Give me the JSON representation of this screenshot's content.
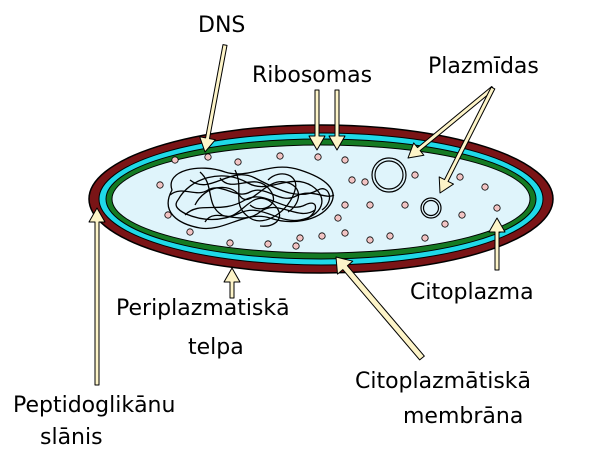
{
  "labels": {
    "dna": "DNS",
    "ribosomes": "Ribosomas",
    "plasmids": "Plazmīdas",
    "cytoplasm": "Citoplazma",
    "periplasm_line1": "Periplazmatiskā",
    "periplasm_line2": "telpa",
    "membrane_line1": "Citoplazmātiskā",
    "membrane_line2": "membrāna",
    "peptidoglycan_line1": "Peptidoglikānu",
    "peptidoglycan_line2": "slānis"
  },
  "colors": {
    "peptidoglycan_layer": "#7a1416",
    "periplasmic_space": "#1fd9e8",
    "cytoplasmic_membrane": "#157a23",
    "cytoplasm": "#dff4fb",
    "ribosome": "#f2c4c4",
    "arrow_fill": "#fdf4c8",
    "outline": "#000000"
  }
}
